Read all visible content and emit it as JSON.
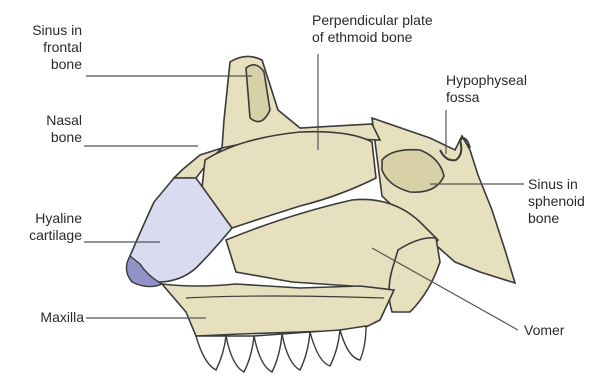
{
  "colors": {
    "bone_fill": "#e6e0bf",
    "bone_stroke": "#3a3a3a",
    "cartilage_fill": "#d9dcf0",
    "cartilage_dark": "#8f93c8",
    "leader_line": "#555555",
    "text": "#2a2a2a"
  },
  "labels": {
    "sinus_frontal": "Sinus in\nfrontal\nbone",
    "nasal_bone": "Nasal\nbone",
    "hyaline_cartilage": "Hyaline\ncartilage",
    "maxilla": "Maxilla",
    "perpendicular_plate": "Perpendicular plate\nof ethmoid bone",
    "hypophyseal_fossa": "Hypophyseal\nfossa",
    "sinus_sphenoid": "Sinus in\nsphenoid\nbone",
    "vomer": "Vomer"
  }
}
